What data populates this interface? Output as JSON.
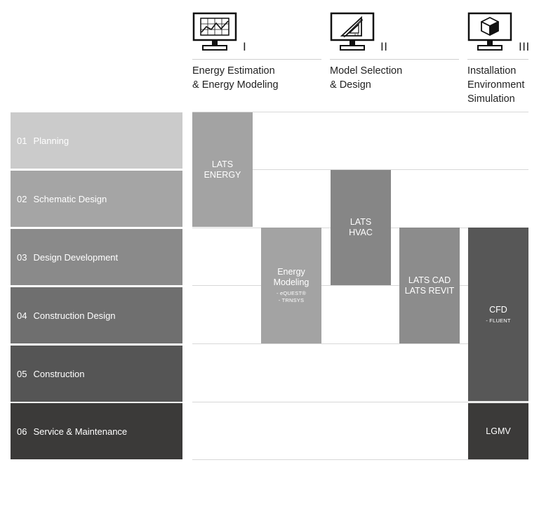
{
  "phases": [
    {
      "numeral": "I",
      "title": "Energy Estimation\n& Energy Modeling",
      "icon": "monitor-chart-icon"
    },
    {
      "numeral": "II",
      "title": "Model Selection\n& Design",
      "icon": "monitor-drafting-triangle-icon"
    },
    {
      "numeral": "III",
      "title": "Installation\nEnvironment\nSimulation",
      "icon": "monitor-cube-icon"
    }
  ],
  "stages": [
    {
      "num": "01",
      "label": "Planning",
      "color": "#cbcbcb"
    },
    {
      "num": "02",
      "label": "Schematic Design",
      "color": "#a5a5a5"
    },
    {
      "num": "03",
      "label": "Design Development",
      "color": "#8a8a8a"
    },
    {
      "num": "04",
      "label": "Construction Design",
      "color": "#6f6f6f"
    },
    {
      "num": "05",
      "label": "Construction",
      "color": "#555555"
    },
    {
      "num": "06",
      "label": "Service & Maintenance",
      "color": "#3b3a39"
    }
  ],
  "tools": {
    "lats_energy": {
      "name": "LATS\nENERGY",
      "sub": "",
      "color": "#a3a3a3"
    },
    "energy_modeling": {
      "name": "Energy\nModeling",
      "sub": "- eQUEST®\n- TRNSYS",
      "color": "#a3a3a3"
    },
    "lats_hvac": {
      "name": "LATS\nHVAC",
      "sub": "",
      "color": "#868686"
    },
    "lats_cad_revit": {
      "name": "LATS CAD\nLATS REVIT",
      "sub": "",
      "color": "#8c8c8c"
    },
    "cfd": {
      "name": "CFD",
      "sub": "- FLUENT",
      "color": "#575757"
    },
    "lgmv": {
      "name": "LGMV",
      "sub": "",
      "color": "#3b3a39"
    }
  }
}
